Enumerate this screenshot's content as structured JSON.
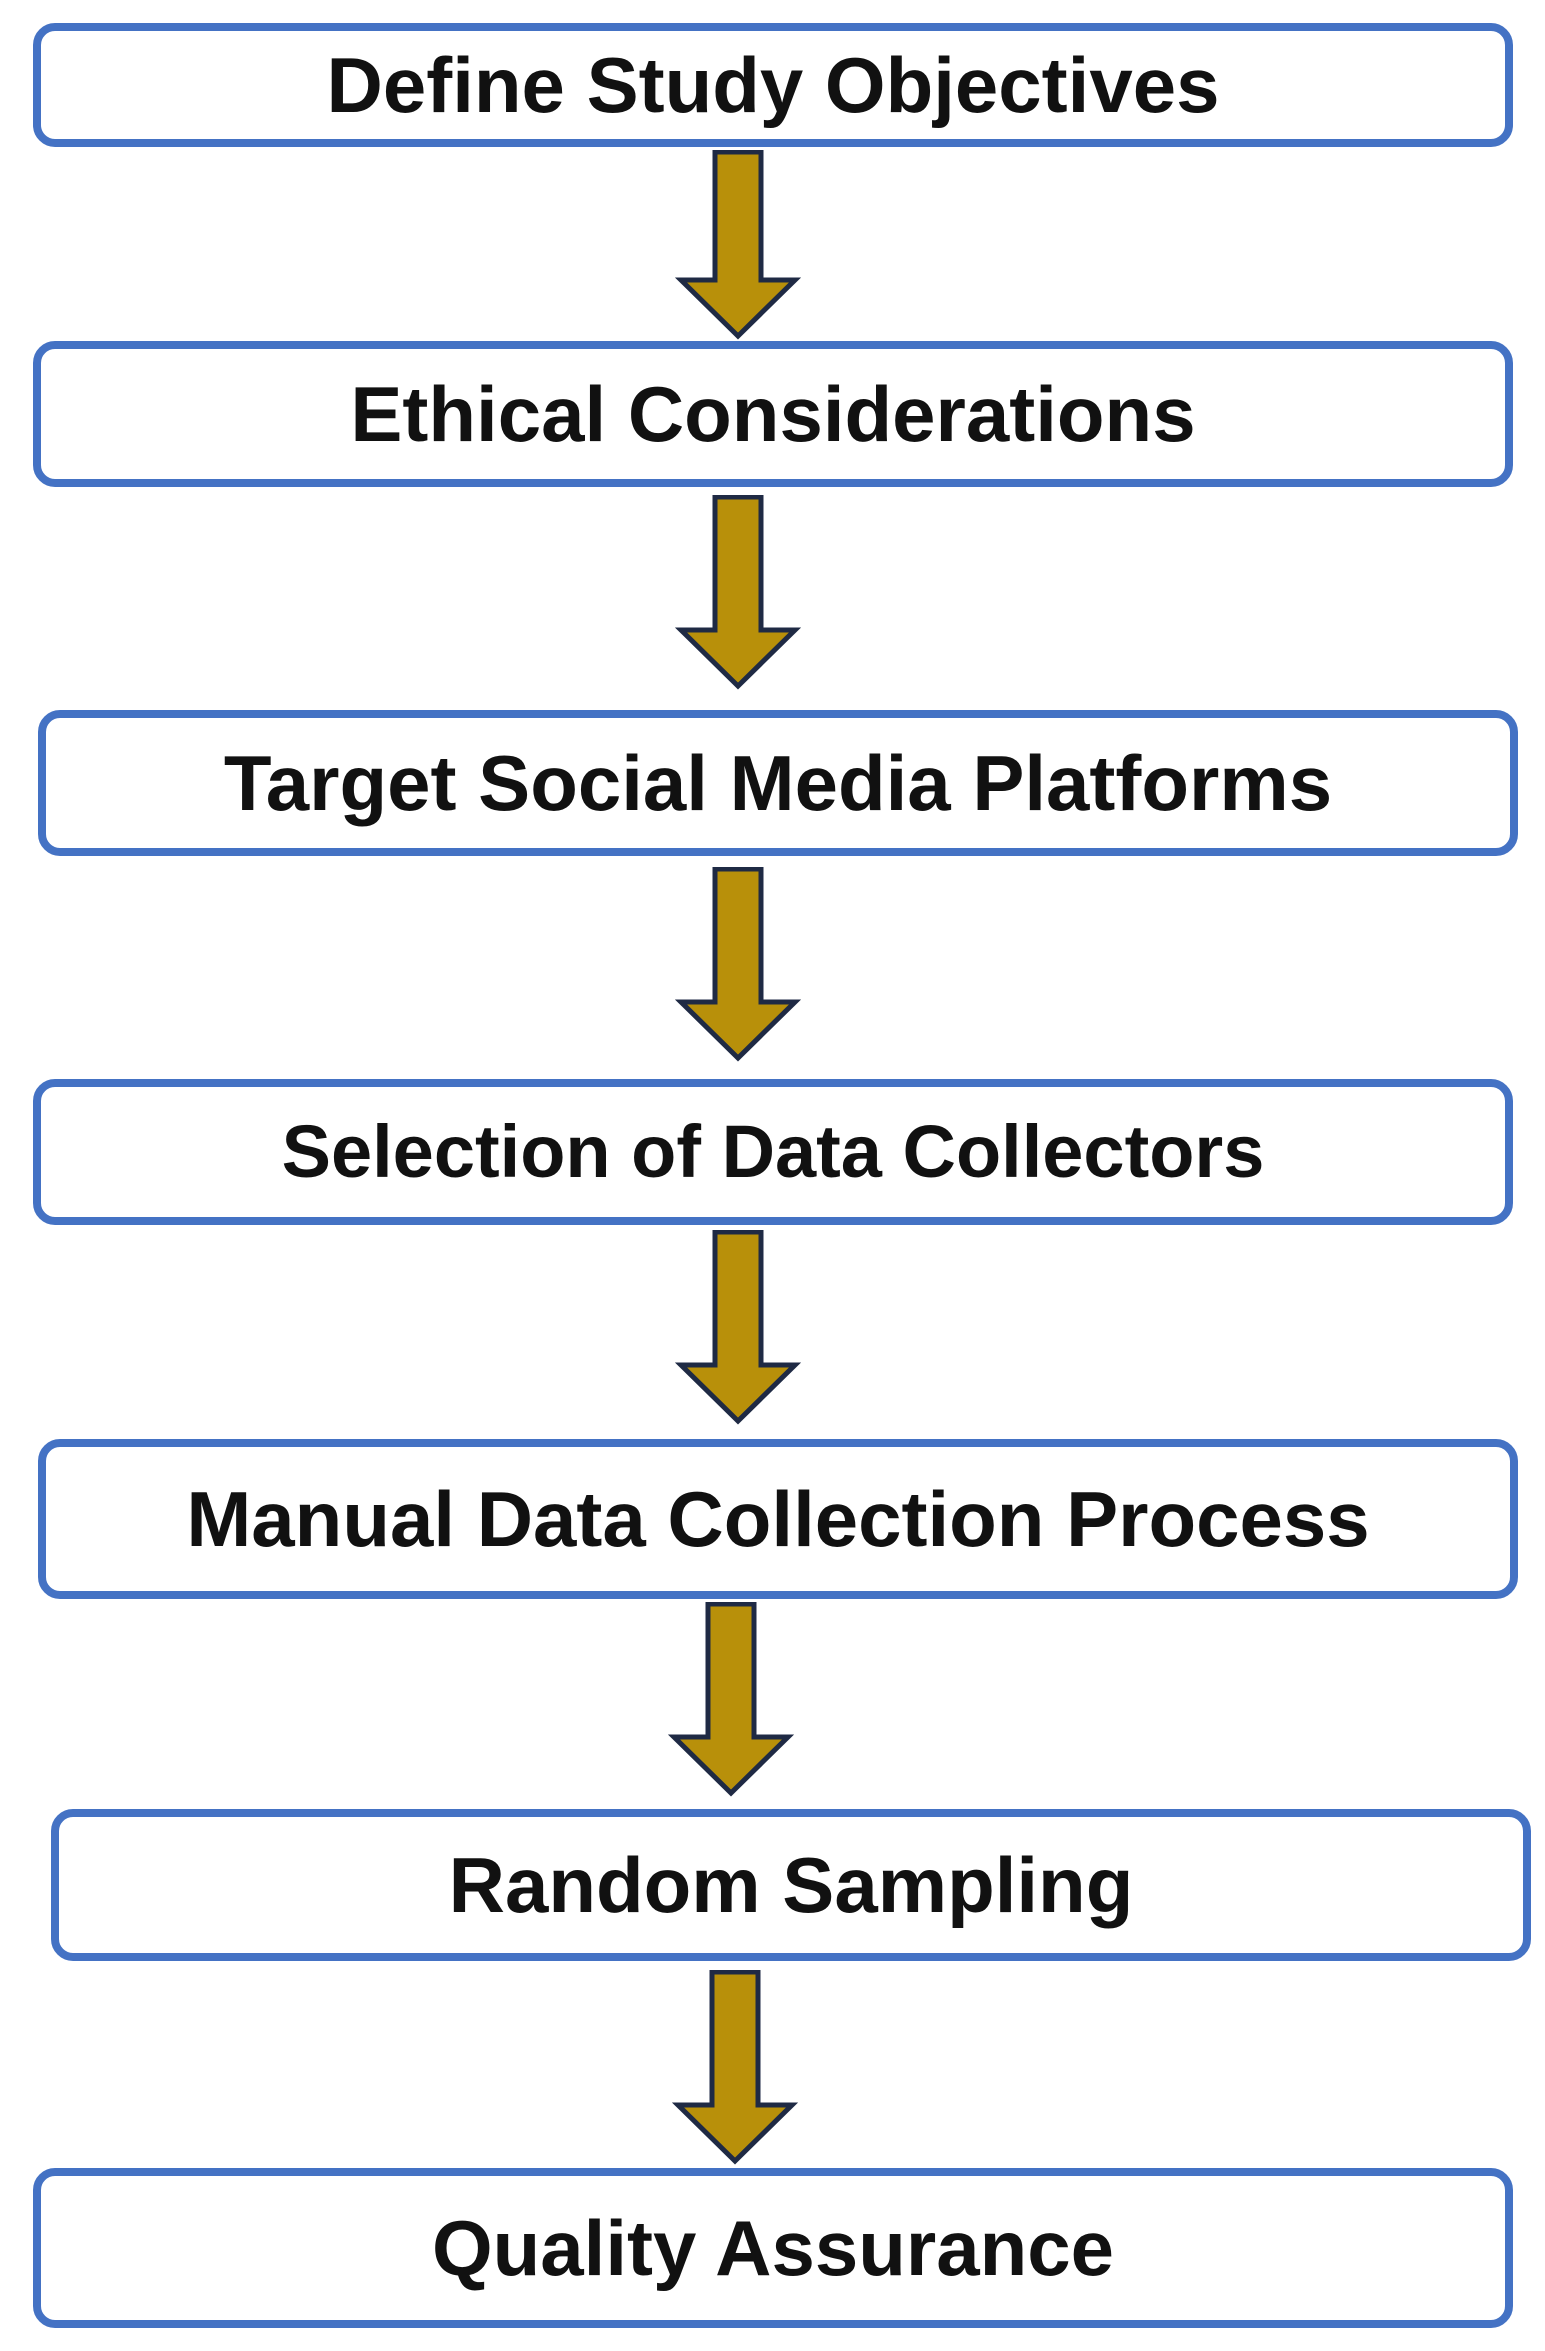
{
  "colors": {
    "box_border": "#4472C4",
    "arrow_fill": "#B8900A",
    "arrow_stroke": "#1F2A44",
    "text": "#111111"
  },
  "steps": [
    {
      "label": "Define Study Objectives"
    },
    {
      "label": "Ethical Considerations"
    },
    {
      "label": "Target Social Media Platforms"
    },
    {
      "label": "Selection of Data Collectors"
    },
    {
      "label": "Manual Data Collection Process"
    },
    {
      "label": "Random Sampling"
    },
    {
      "label": "Quality Assurance"
    }
  ]
}
